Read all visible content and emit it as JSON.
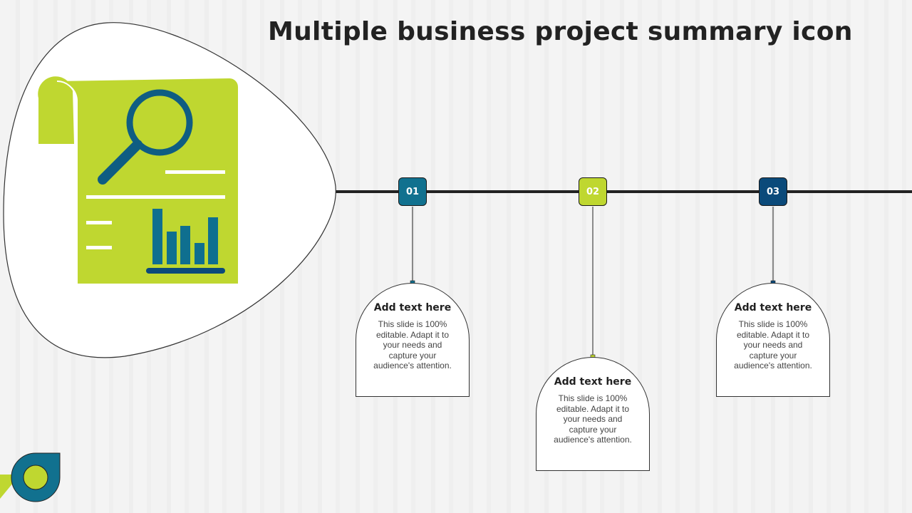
{
  "slide": {
    "title": "Multiple business project summary icon"
  },
  "colors": {
    "lime": "#bfd730",
    "teal": "#11718f",
    "navy": "#0b4a7a",
    "line": "#222222"
  },
  "steps": [
    {
      "number": "01",
      "color": "#11718f",
      "heading": "Add text here",
      "body": "This slide is 100% editable. Adapt it to your needs and capture your audience's attention."
    },
    {
      "number": "02",
      "color": "#bfd730",
      "heading": "Add text here",
      "body": "This slide is 100% editable. Adapt it to your needs and capture your audience's attention."
    },
    {
      "number": "03",
      "color": "#0b4a7a",
      "heading": "Add text here",
      "body": "This slide is 100% editable. Adapt it to your needs and capture your audience's attention."
    }
  ],
  "icons": {
    "main": "document-magnifier-bar-chart-icon",
    "corner": "brand-ring-icon"
  }
}
